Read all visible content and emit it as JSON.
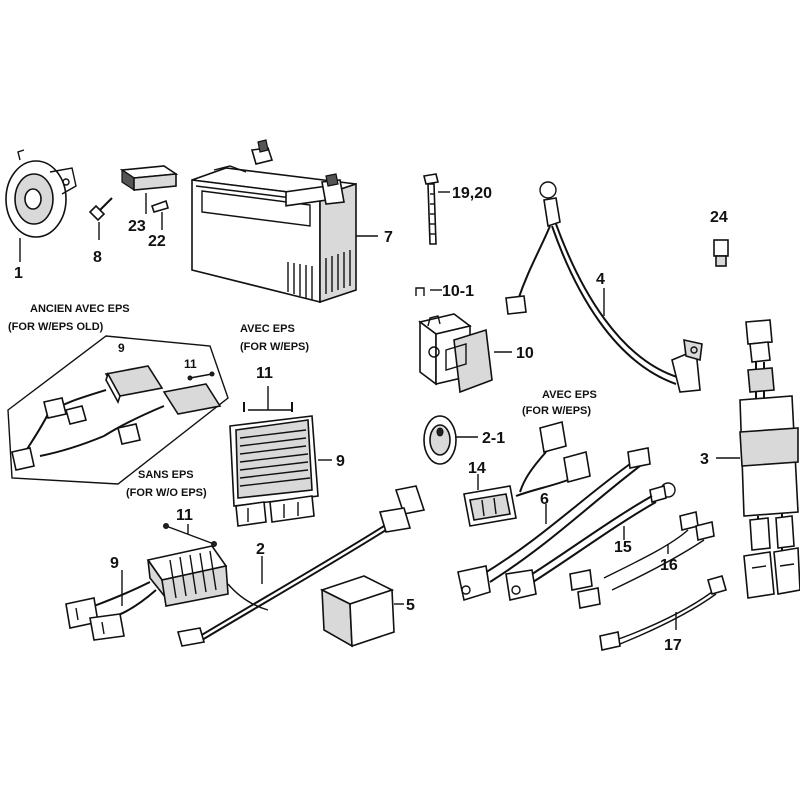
{
  "labels": {
    "p1": "1",
    "p2": "2",
    "p2_1": "2-1",
    "p3": "3",
    "p4": "4",
    "p5": "5",
    "p6": "6",
    "p7": "7",
    "p8": "8",
    "p9a": "9",
    "p9b": "9",
    "p9c": "9",
    "p10": "10",
    "p10_1": "10-1",
    "p11a": "11",
    "p11b": "11",
    "p11c": "11",
    "p14": "14",
    "p15": "15",
    "p16": "16",
    "p17": "17",
    "p19_20": "19,20",
    "p22": "22",
    "p23": "23",
    "p24": "24"
  },
  "captions": {
    "ancien_fr": "ANCIEN AVEC EPS",
    "ancien_en": "(FOR W/EPS OLD)",
    "avec_fr": "AVEC EPS",
    "avec_en": "(FOR W/EPS)",
    "sans_fr": "SANS EPS",
    "sans_en": "(FOR W/O EPS)",
    "avec2_fr": "AVEC EPS",
    "avec2_en": "(FOR W/EPS)"
  }
}
